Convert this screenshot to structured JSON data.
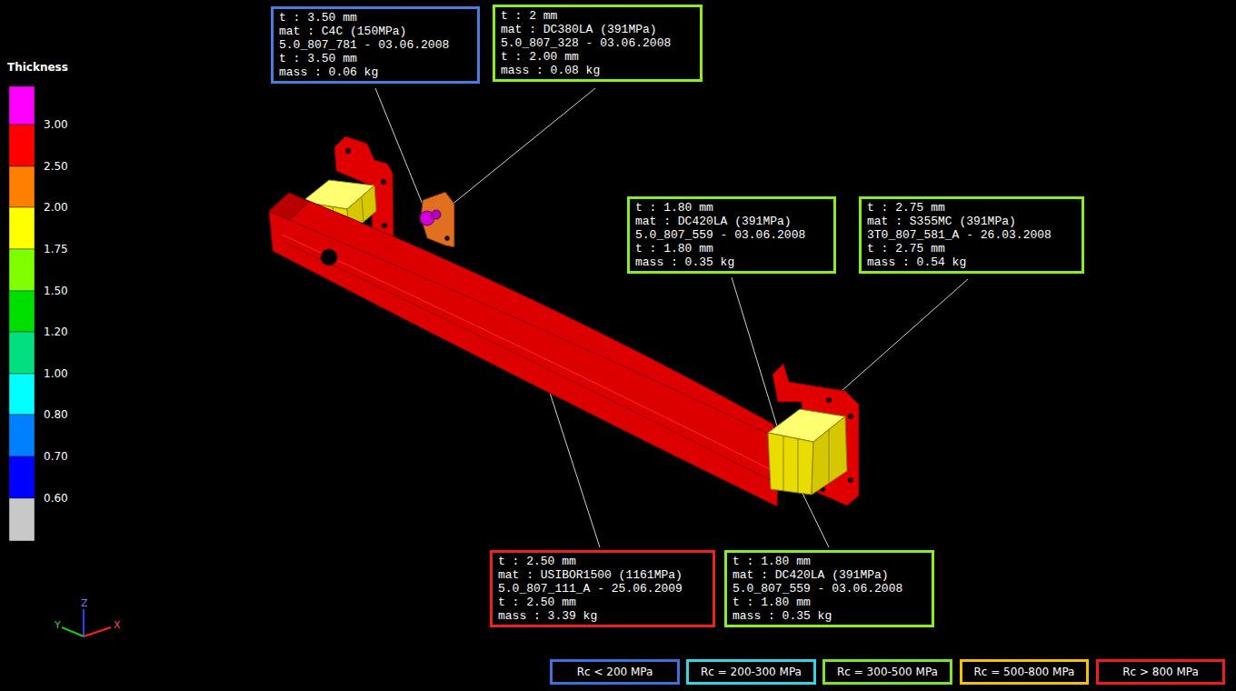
{
  "diagram": {
    "nodes": [
      {
        "text": [
          "t : 3.50 mm",
          "mat : C4C (150MPa)",
          "5.0_807_781 - 03.06.2008",
          "t : 3.50 mm",
          "mass : 0.06 kg"
        ]
      },
      {
        "text": [
          "t : 2 mm",
          "mat : DC380LA (391MPa)",
          "5.0_807_328 - 03.06.2008",
          "t : 2.00 mm",
          "mass : 0.08 kg"
        ]
      },
      {
        "text": [
          "t : 1.80 mm",
          "mat : DC420LA (391MPa)",
          "5.0_807_559 - 03.06.2008",
          "t : 1.80 mm",
          "mass : 0.35 kg"
        ]
      },
      {
        "text": [
          "t : 2.75 mm",
          "mat : S355MC (391MPa)",
          "3T0_807_581_A - 26.03.2008",
          "t : 2.75 mm",
          "mass : 0.54 kg"
        ]
      },
      {
        "text": [
          "t : 2.50 mm",
          "mat : USIBOR1500 (1161MPa)",
          "5.0_807_111_A - 25.06.2009",
          "t : 2.50 mm",
          "mass : 3.39 kg"
        ]
      },
      {
        "text": [
          "t : 1.80 mm",
          "mat : DC420LA (391MPa)",
          "5.0_807_559 - 03.06.2008",
          "t : 1.80 mm",
          "mass : 0.35 kg"
        ]
      }
    ],
    "labels": [
      "Thickness",
      "3.00",
      "2.50",
      "2.00",
      "1.75",
      "1.50",
      "1.20",
      "1.00",
      "0.80",
      "0.70",
      "0.60",
      "Z",
      "Y",
      "X"
    ],
    "legend": [
      {
        "text": "Rc < 200 MPa",
        "color": "#3f6fdc"
      },
      {
        "text": "Rc = 200-300 MPa",
        "color": "#2fd6e4"
      },
      {
        "text": "Rc = 300-500 MPa",
        "color": "#7ee22a"
      },
      {
        "text": "Rc = 500-800 MPa",
        "color": "#f2c200"
      },
      {
        "text": "Rc > 800 MPa",
        "color": "#ee1c1c"
      }
    ]
  }
}
